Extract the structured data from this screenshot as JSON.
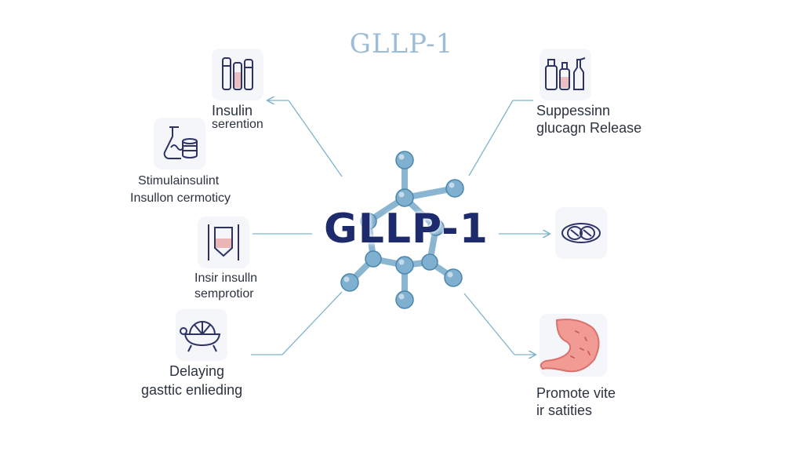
{
  "header": {
    "title": "GLLP-1"
  },
  "center": {
    "label": "GLLP-1"
  },
  "nodes": {
    "insulin_secretion": {
      "line1": "Insulin",
      "line2": "serention"
    },
    "stimulate_insulin": {
      "line1": "Stimulainsulint",
      "line2": "Insullon cermoticy"
    },
    "insir_insulin": {
      "line1": "Insir insulln",
      "line2": "semprotior"
    },
    "delaying_gastric": {
      "line1": "Delaying",
      "line2": "gasttic enlieding"
    },
    "suppress_glucagon": {
      "line1": "Suppessinn",
      "line2": "glucagn Release"
    },
    "promote_satiety": {
      "line1": "Promote vite",
      "line2": "ir satities"
    }
  },
  "icons": {
    "insulin_secretion": "vials-icon",
    "stimulate_insulin": "flask-coins-icon",
    "insir_insulin": "insulin-pen-icon",
    "delaying_gastric": "stomach-bowl-icon",
    "suppress_glucagon": "bottles-icon",
    "intestine": "intestine-icon",
    "promote_satiety": "stomach-icon"
  },
  "colors": {
    "accent_line": "#7fb3cc",
    "icon_stroke": "#2d3366",
    "molecule_node": "#7fb0cf",
    "stomach": "#f29a94",
    "center_text": "#1d2a6b",
    "title_text": "#9dbcd6"
  }
}
